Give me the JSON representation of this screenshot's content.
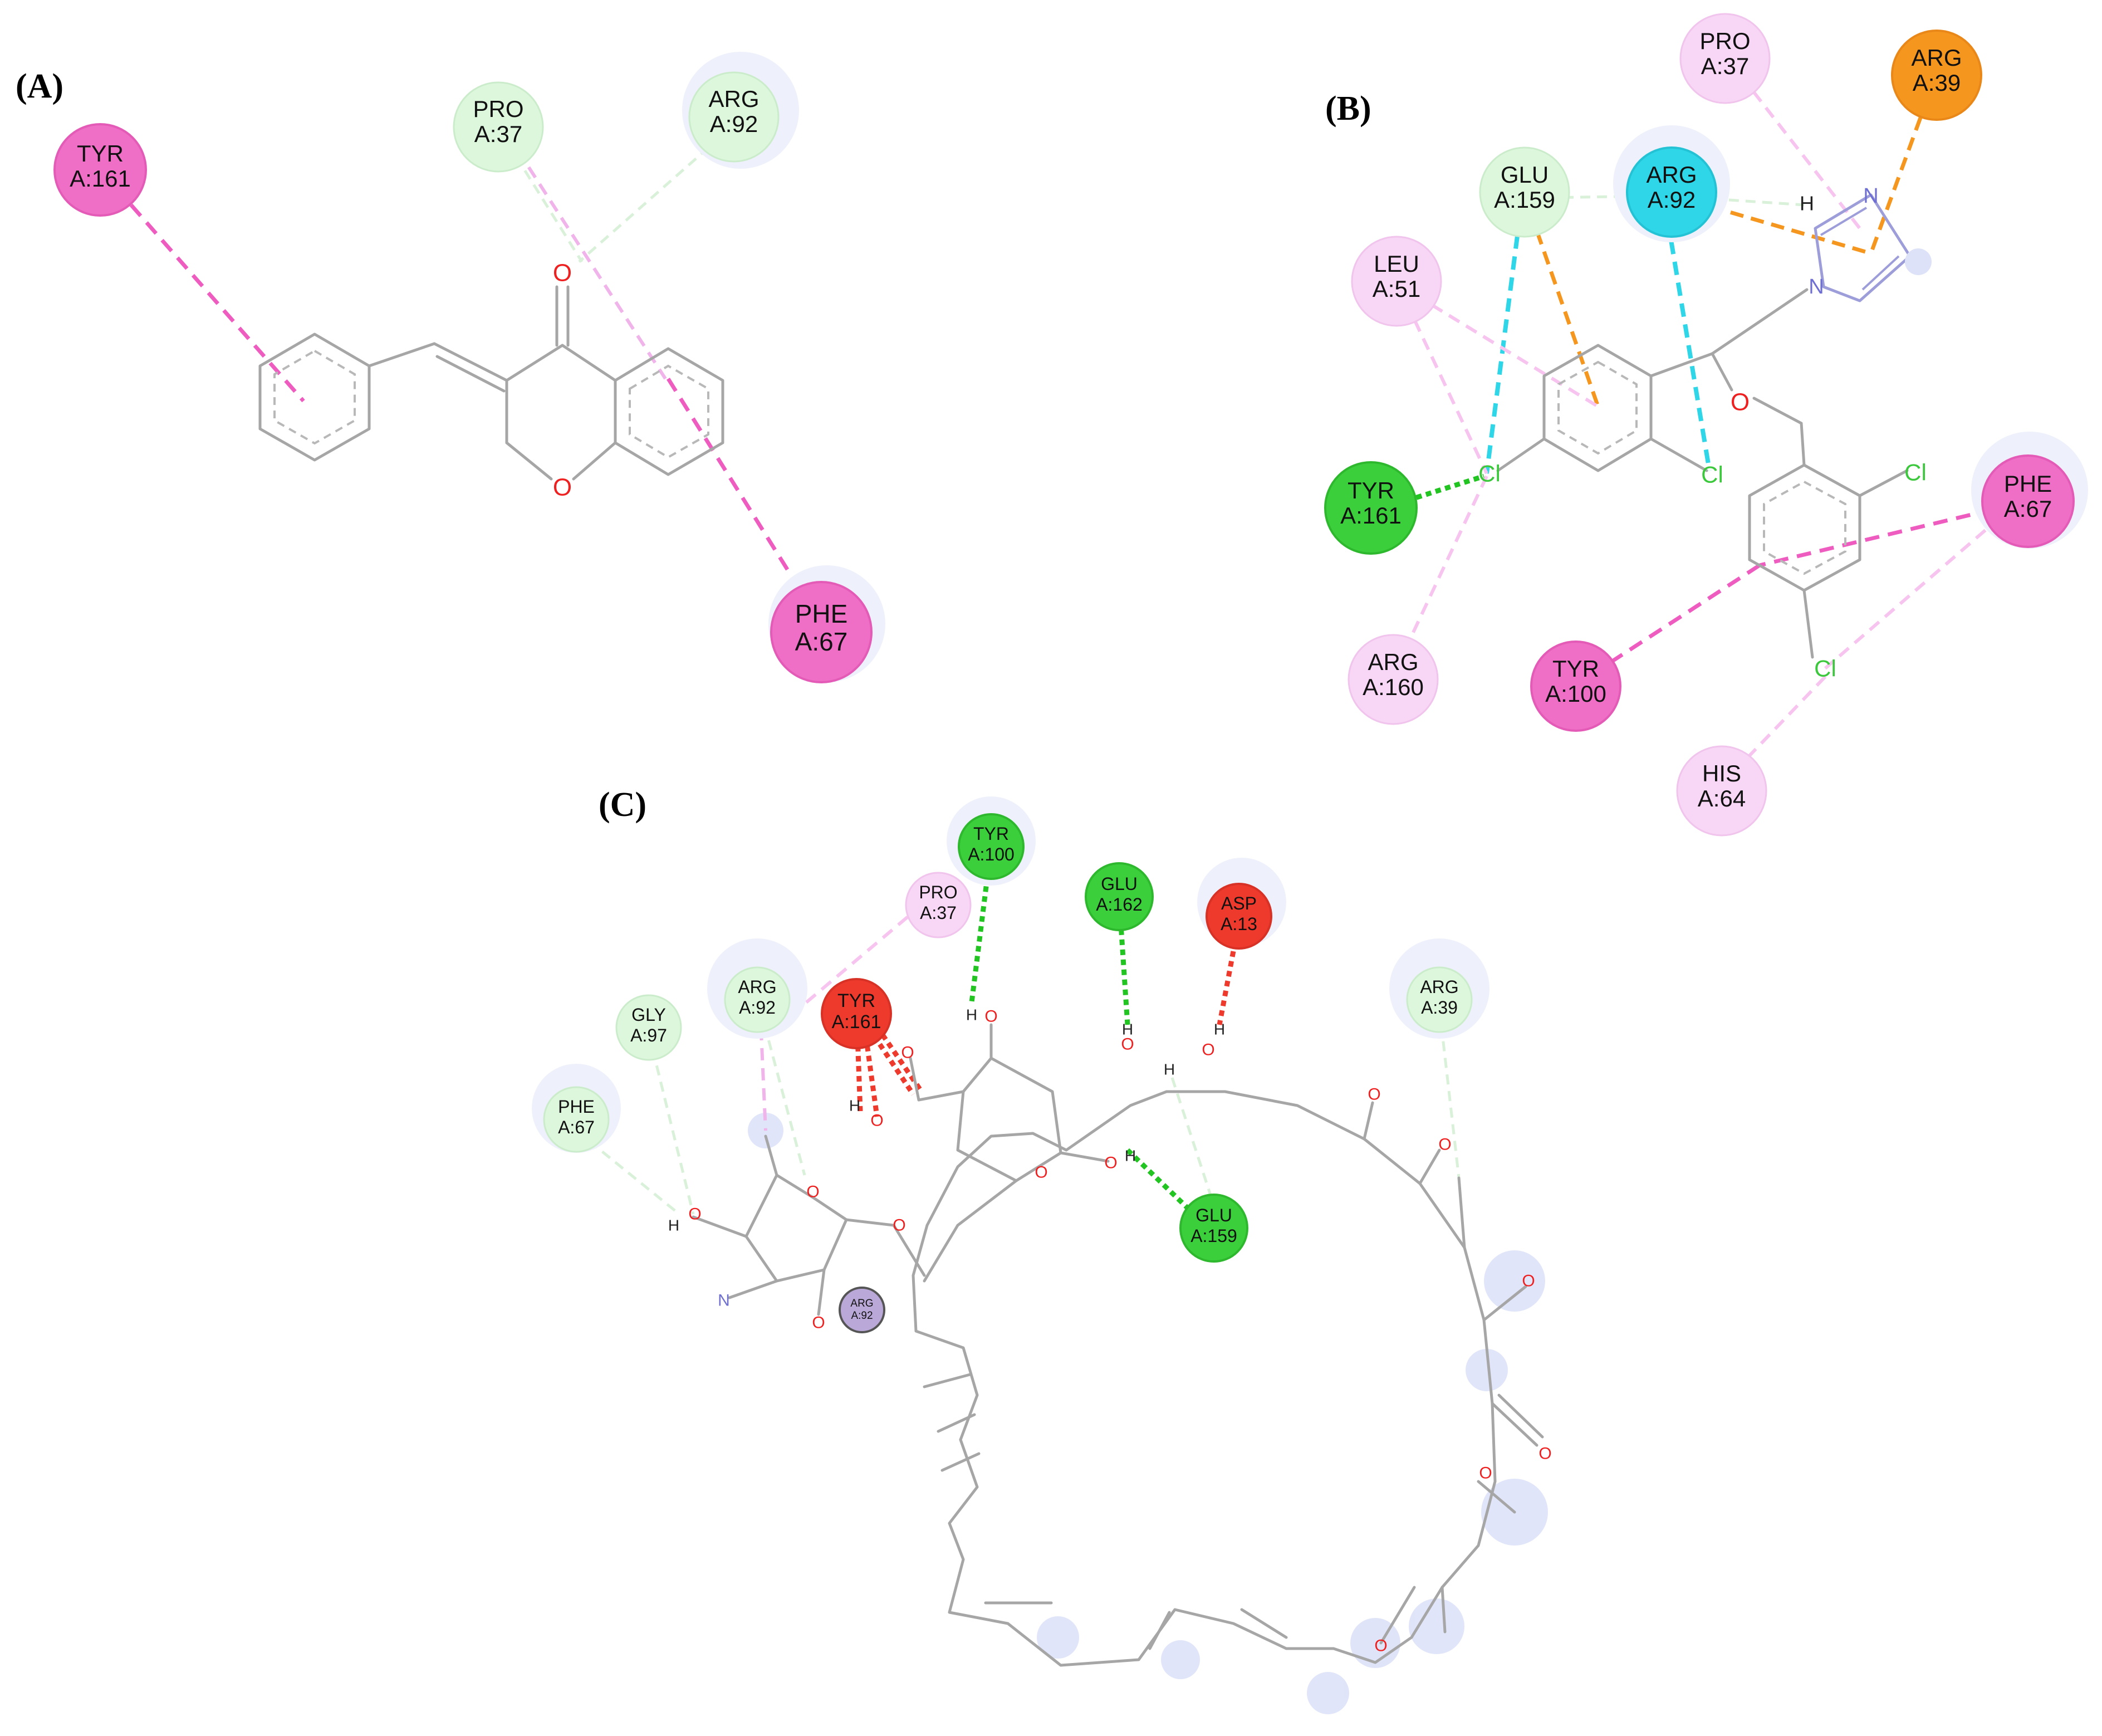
{
  "panels": {
    "a": "(A)",
    "b": "(B)",
    "c": "(C)"
  },
  "atoms": {
    "O": "O",
    "N": "N",
    "Cl": "Cl",
    "H": "H"
  },
  "colors": {
    "pi_alkyl": "#f7d0f5",
    "pi_pi": "#ee5cc0",
    "vdw": "#d9f7d9",
    "hbond": "#22c422",
    "halogen": "#2ed6e8",
    "pi_cation": "#f5971e",
    "unfavorable": "#ee3a2c",
    "unfav_bump": "#b9a8d8",
    "exposure": "#dde2f8"
  },
  "residues": {
    "a_tyr161": {
      "l1": "TYR",
      "l2": "A:161"
    },
    "a_pro37": {
      "l1": "PRO",
      "l2": "A:37"
    },
    "a_arg92": {
      "l1": "ARG",
      "l2": "A:92"
    },
    "a_phe67": {
      "l1": "PHE",
      "l2": "A:67"
    },
    "b_pro37": {
      "l1": "PRO",
      "l2": "A:37"
    },
    "b_arg39": {
      "l1": "ARG",
      "l2": "A:39"
    },
    "b_glu159": {
      "l1": "GLU",
      "l2": "A:159"
    },
    "b_arg92": {
      "l1": "ARG",
      "l2": "A:92"
    },
    "b_leu51": {
      "l1": "LEU",
      "l2": "A:51"
    },
    "b_tyr161": {
      "l1": "TYR",
      "l2": "A:161"
    },
    "b_phe67": {
      "l1": "PHE",
      "l2": "A:67"
    },
    "b_arg160": {
      "l1": "ARG",
      "l2": "A:160"
    },
    "b_tyr100": {
      "l1": "TYR",
      "l2": "A:100"
    },
    "b_his64": {
      "l1": "HIS",
      "l2": "A:64"
    },
    "c_tyr100": {
      "l1": "TYR",
      "l2": "A:100"
    },
    "c_pro37": {
      "l1": "PRO",
      "l2": "A:37"
    },
    "c_glu162": {
      "l1": "GLU",
      "l2": "A:162"
    },
    "c_asp13": {
      "l1": "ASP",
      "l2": "A:13"
    },
    "c_gly97": {
      "l1": "GLY",
      "l2": "A:97"
    },
    "c_arg92": {
      "l1": "ARG",
      "l2": "A:92"
    },
    "c_tyr161": {
      "l1": "TYR",
      "l2": "A:161"
    },
    "c_arg39": {
      "l1": "ARG",
      "l2": "A:39"
    },
    "c_phe67": {
      "l1": "PHE",
      "l2": "A:67"
    },
    "c_glu159": {
      "l1": "GLU",
      "l2": "A:159"
    },
    "c_arg92b": {
      "l1": "ARG",
      "l2": "A:92"
    }
  }
}
